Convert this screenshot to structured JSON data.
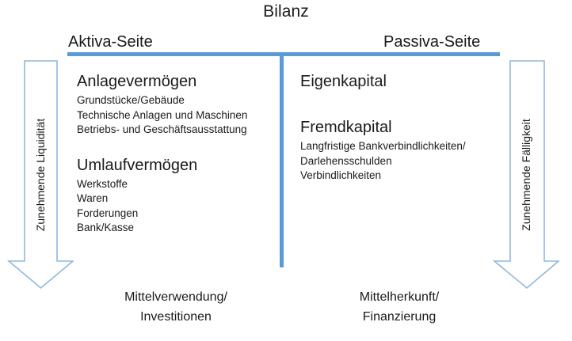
{
  "title": "Bilanz",
  "colors": {
    "accent_blue": "#5B9BD5",
    "arrow_outline": "#8FB8DE",
    "text": "#1A1A1A",
    "background": "#FFFFFF"
  },
  "sides": {
    "left_heading": "Aktiva-Seite",
    "right_heading": "Passiva-Seite"
  },
  "left_column": {
    "blocks": [
      {
        "heading": "Anlagevermögen",
        "items": [
          "Grundstücke/Gebäude",
          "Technische Anlagen und Maschinen",
          "Betriebs- und Geschäftsausstattung"
        ]
      },
      {
        "heading": "Umlaufvermögen",
        "items": [
          "Werkstoffe",
          "Waren",
          "Forderungen",
          "Bank/Kasse"
        ]
      }
    ],
    "caption_line1": "Mittelverwendung/",
    "caption_line2": "Investitionen"
  },
  "right_column": {
    "blocks": [
      {
        "heading": "Eigenkapital",
        "items": []
      },
      {
        "heading": "Fremdkapital",
        "items": [
          "Langfristige Bankverbindlichkeiten/",
          "Darlehensschulden",
          "Verbindlichkeiten"
        ]
      }
    ],
    "caption_line1": "Mittelherkunft/",
    "caption_line2": "Finanzierung"
  },
  "arrows": {
    "left": {
      "label": "Zunehmende Liquidität",
      "direction": "down",
      "icon": "down-arrow-icon"
    },
    "right": {
      "label": "Zunehmende Fälligkeit",
      "direction": "down",
      "icon": "down-arrow-icon"
    }
  }
}
